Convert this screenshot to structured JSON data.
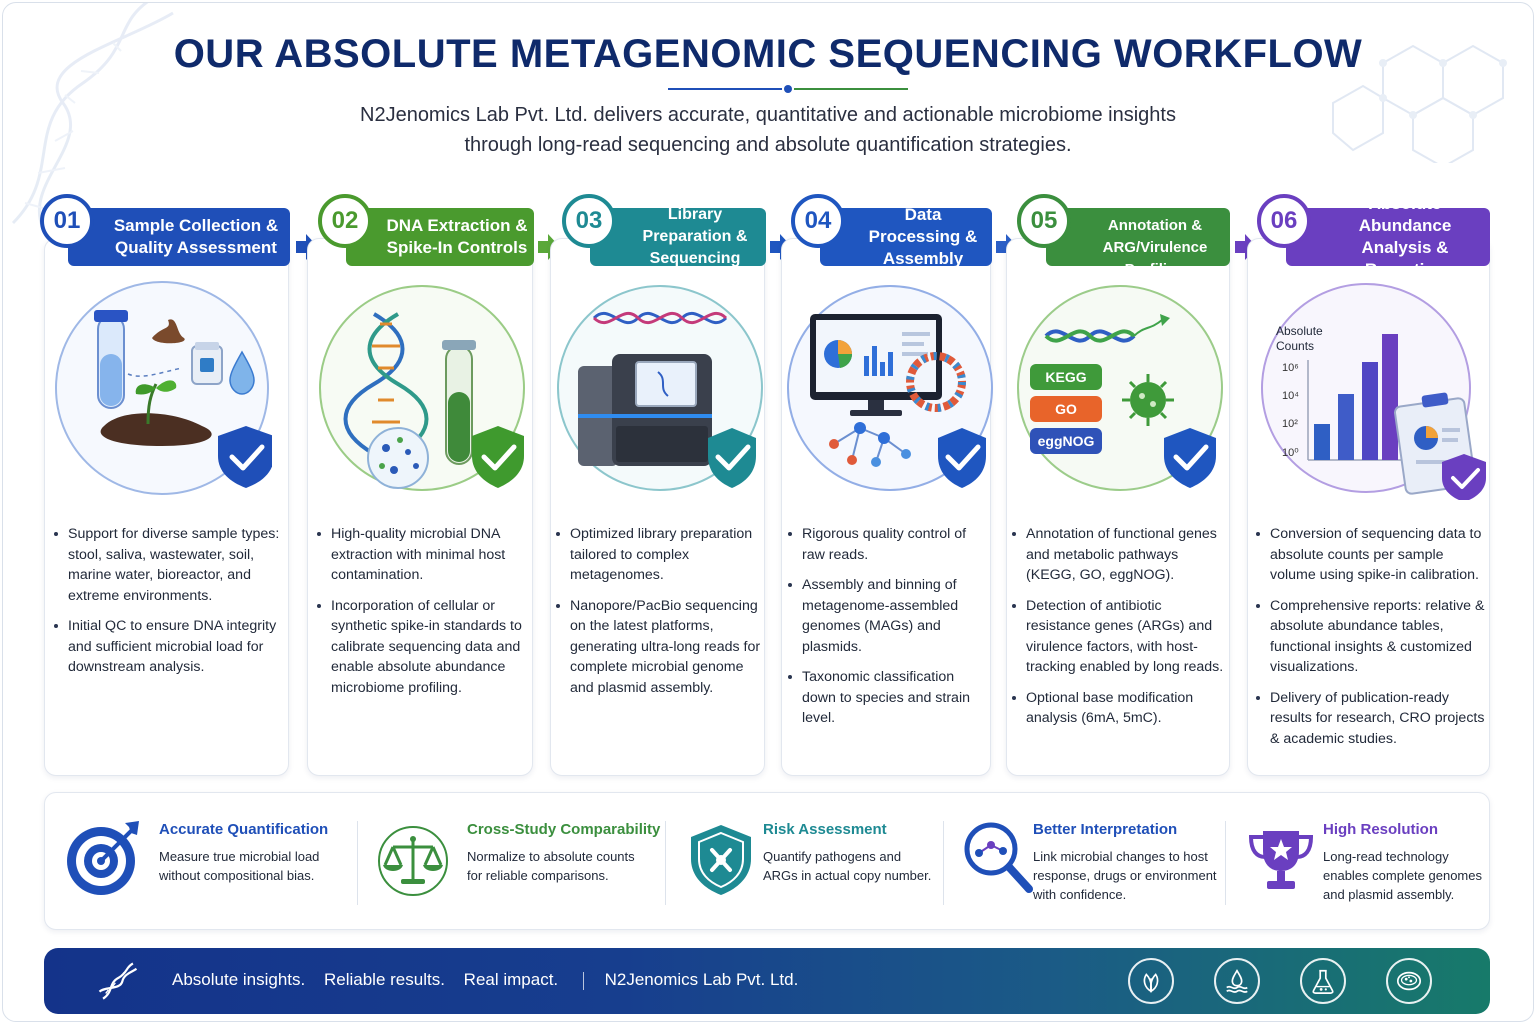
{
  "header": {
    "title": "OUR ABSOLUTE METAGENOMIC SEQUENCING WORKFLOW",
    "subtitle_line1": "N2Jenomics Lab Pvt. Ltd. delivers accurate, quantitative and actionable microbiome insights",
    "subtitle_line2": "through long-read sequencing and absolute quantification strategies."
  },
  "colors": {
    "navy": "#0f2a6b",
    "step1": "#1f4fb8",
    "step2": "#4a9a2e",
    "step3": "#1e8a93",
    "step4": "#1f56c0",
    "step5": "#3b8f3e",
    "step6": "#6a3fc0"
  },
  "steps": [
    {
      "num": "01",
      "title1": "Sample Collection &",
      "title2": "Quality Assessment",
      "bullets": [
        "Support for diverse sample types: stool, saliva, wastewater, soil, marine water, bioreactor, and extreme environments.",
        "Initial QC to ensure DNA integrity and sufficient microbial load for downstream analysis."
      ]
    },
    {
      "num": "02",
      "title1": "DNA Extraction &",
      "title2": "Spike-In Controls",
      "bullets": [
        "High-quality microbial DNA extraction with minimal host contamination.",
        "Incorporation of cellular or synthetic spike-in standards to calibrate sequencing data and enable absolute abundance microbiome profiling."
      ]
    },
    {
      "num": "03",
      "title1": "Library Preparation &",
      "title2": "Sequencing",
      "bullets": [
        "Optimized library preparation tailored to complex metagenomes.",
        "Nanopore/PacBio sequencing on the latest platforms, generating ultra-long reads for complete microbial genome and plasmid assembly."
      ]
    },
    {
      "num": "04",
      "title1": "Data Processing &",
      "title2": "Assembly",
      "bullets": [
        "Rigorous quality control of raw reads.",
        "Assembly and binning of metagenome-assembled genomes (MAGs) and plasmids.",
        "Taxonomic classification down to species and strain level."
      ]
    },
    {
      "num": "05",
      "title1": "Functional Annotation &",
      "title2": "ARG/Virulence Profiling",
      "labels": [
        "KEGG",
        "GO",
        "eggNOG"
      ],
      "bullets": [
        "Annotation of functional genes and metabolic pathways (KEGG, GO, eggNOG).",
        "Detection of antibiotic resistance genes (ARGs) and virulence factors, with host-tracking enabled by long reads.",
        "Optional base modification analysis (6mA, 5mC)."
      ]
    },
    {
      "num": "06",
      "title1": "Absolute Abundance",
      "title2": "Analysis & Reporting",
      "chart_label1": "Absolute",
      "chart_label2": "Counts",
      "ticks": [
        "10⁶",
        "10⁴",
        "10²",
        "10⁰"
      ],
      "bullets": [
        "Conversion of sequencing data to absolute counts per sample volume using spike-in calibration.",
        "Comprehensive reports: relative & absolute abundance tables, functional insights & customized visualizations.",
        "Delivery of publication-ready results for research, CRO projects & academic studies."
      ]
    }
  ],
  "benefits": [
    {
      "title": "Accurate Quantification",
      "desc": "Measure true microbial load without compositional bias.",
      "icon": "target-icon",
      "color": "#1f4fb8"
    },
    {
      "title": "Cross-Study Comparability",
      "desc": "Normalize to absolute counts for reliable comparisons.",
      "icon": "balance-scale-icon",
      "color": "#3b8f3e"
    },
    {
      "title": "Risk Assessment",
      "desc": "Quantify pathogens and ARGs in actual copy number.",
      "icon": "shield-icon",
      "color": "#1e8a93"
    },
    {
      "title": "Better Interpretation",
      "desc": "Link microbial changes to host response, drugs or environment with confidence.",
      "icon": "magnifier-icon",
      "color": "#1f4fb8"
    },
    {
      "title": "High Resolution",
      "desc": "Long-read technology enables complete genomes and plasmid assembly.",
      "icon": "trophy-icon",
      "color": "#6a3fc0"
    }
  ],
  "footer": {
    "tag1": "Absolute insights.",
    "tag2": "Reliable results.",
    "tag3": "Real impact.",
    "company": "N2Jenomics Lab Pvt. Ltd.",
    "icons": [
      "leaf-icon",
      "water-icon",
      "flask-icon",
      "petri-dish-icon"
    ]
  }
}
